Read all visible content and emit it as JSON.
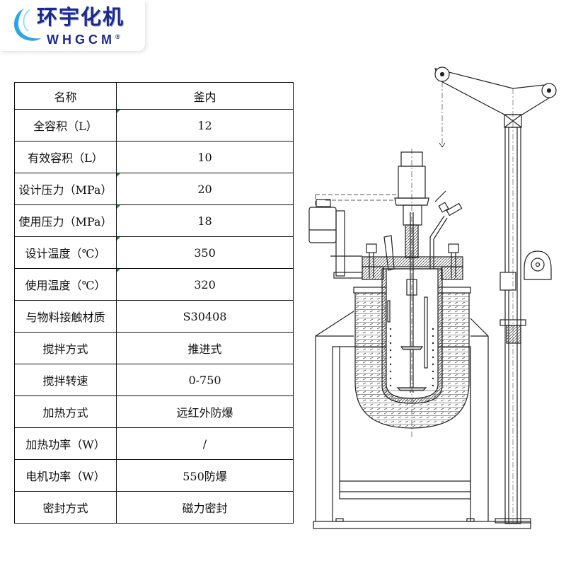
{
  "logo": {
    "chinese": "环宇化机",
    "english": "WHGCM",
    "registered": "®"
  },
  "table": {
    "header": {
      "name": "名称",
      "value": "釜内"
    },
    "rows": [
      {
        "name": "全容积（L）",
        "value": "12",
        "marked": true
      },
      {
        "name": "有效容积（L）",
        "value": "10",
        "marked": false
      },
      {
        "name": "设计压力（MPa）",
        "value": "20",
        "marked": true
      },
      {
        "name": "使用压力（MPa）",
        "value": "18",
        "marked": true
      },
      {
        "name": "设计温度（℃）",
        "value": "350",
        "marked": true
      },
      {
        "name": "使用温度（℃）",
        "value": "320",
        "marked": true
      },
      {
        "name": "与物料接触材质",
        "value": "S30408",
        "marked": false
      },
      {
        "name": "搅拌方式",
        "value": "推进式",
        "marked": false
      },
      {
        "name": "搅拌转速",
        "value": "0-750",
        "marked": false
      },
      {
        "name": "加热方式",
        "value": "远红外防爆",
        "marked": false
      },
      {
        "name": "加热功率（W）",
        "value": "/",
        "marked": false
      },
      {
        "name": "电机功率（W）",
        "value": "550防爆",
        "marked": false
      },
      {
        "name": "密封方式",
        "value": "磁力密封",
        "marked": false
      }
    ]
  },
  "colors": {
    "logo_blue": "#1b2a8c",
    "swoosh": "#2aa7e6",
    "marker": "#1a8a2a",
    "line": "#222222"
  }
}
